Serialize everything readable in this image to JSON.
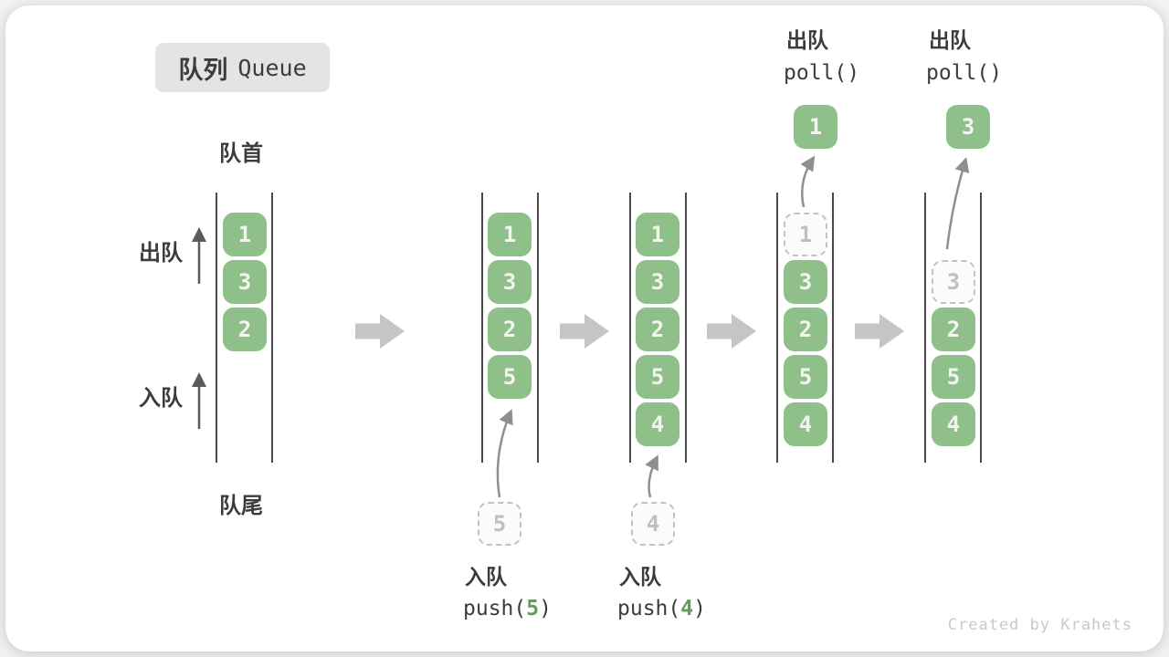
{
  "title": {
    "zh": "队列",
    "en": "Queue"
  },
  "labels": {
    "front": "队首",
    "rear": "队尾",
    "dequeue": "出队",
    "enqueue": "入队"
  },
  "states": [
    {
      "name": "initial",
      "items": [
        "1",
        "3",
        "2"
      ]
    },
    {
      "name": "after-push-5",
      "items": [
        "1",
        "3",
        "2",
        "5"
      ]
    },
    {
      "name": "after-push-4",
      "items": [
        "1",
        "3",
        "2",
        "5",
        "4"
      ]
    },
    {
      "name": "after-poll-1",
      "removed": "1",
      "items": [
        "3",
        "2",
        "5",
        "4"
      ]
    },
    {
      "name": "after-poll-3",
      "removed": "3",
      "items": [
        "2",
        "5",
        "4"
      ]
    }
  ],
  "operations": {
    "push5": {
      "label": "入队",
      "code_before": "push(",
      "arg": "5",
      "code_after": ")",
      "staged": "5"
    },
    "push4": {
      "label": "入队",
      "code_before": "push(",
      "arg": "4",
      "code_after": ")",
      "staged": "4"
    },
    "poll1": {
      "label": "出队",
      "code": "poll()",
      "result": "1"
    },
    "poll3": {
      "label": "出队",
      "code": "poll()",
      "result": "3"
    }
  },
  "watermark": "Created by Krahets",
  "colors": {
    "green": "#8FC08A",
    "green_text": "#F3F6EF",
    "accent_green": "#5F9E54",
    "ink": "#3C3C3C",
    "wall": "#4B4B4B",
    "title_bg": "#E4E4E4",
    "dashed_border": "#C2C2C2",
    "thin_arrow": "#8F8F8F",
    "dark_arrow": "#5A5A5A",
    "block_arrow": "#C5C5C5",
    "watermark": "#C9C9C9"
  }
}
